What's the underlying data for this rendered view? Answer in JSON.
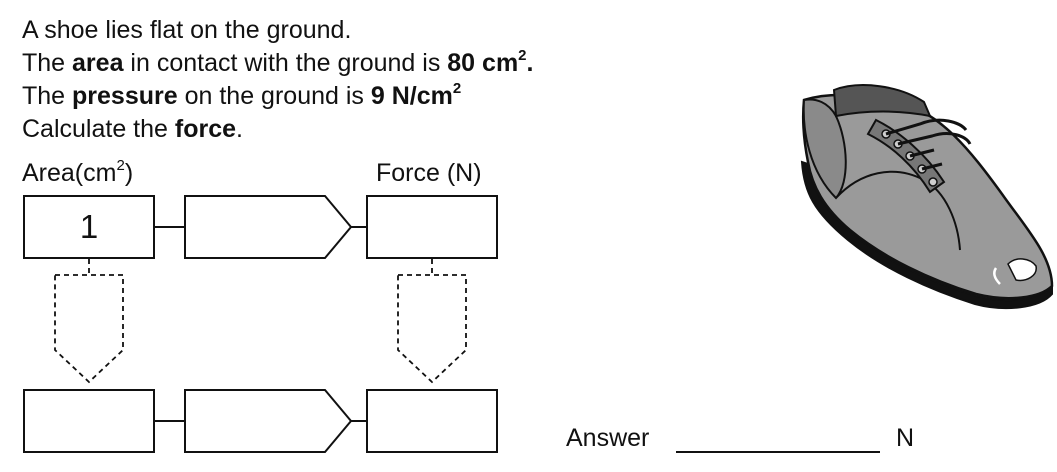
{
  "question": {
    "line1": "A shoe lies flat on the ground.",
    "line2_pre": "The ",
    "line2_bold": "area",
    "line2_mid": " in contact with the ground is ",
    "line2_val": "80 cm",
    "line2_sup": "2",
    "line2_end": ".",
    "line3_pre": "The ",
    "line3_bold": "pressure",
    "line3_mid": " on the ground is ",
    "line3_val": "9 N/cm",
    "line3_sup": "2",
    "line4_pre": "Calculate the ",
    "line4_bold": "force",
    "line4_end": "."
  },
  "diagram": {
    "area_label": "Area(cm",
    "area_label_sup": "2",
    "area_label_end": ")",
    "force_label": "Force (N)",
    "top_left_value": "1"
  },
  "answer": {
    "label": "Answer",
    "unit": "N"
  }
}
